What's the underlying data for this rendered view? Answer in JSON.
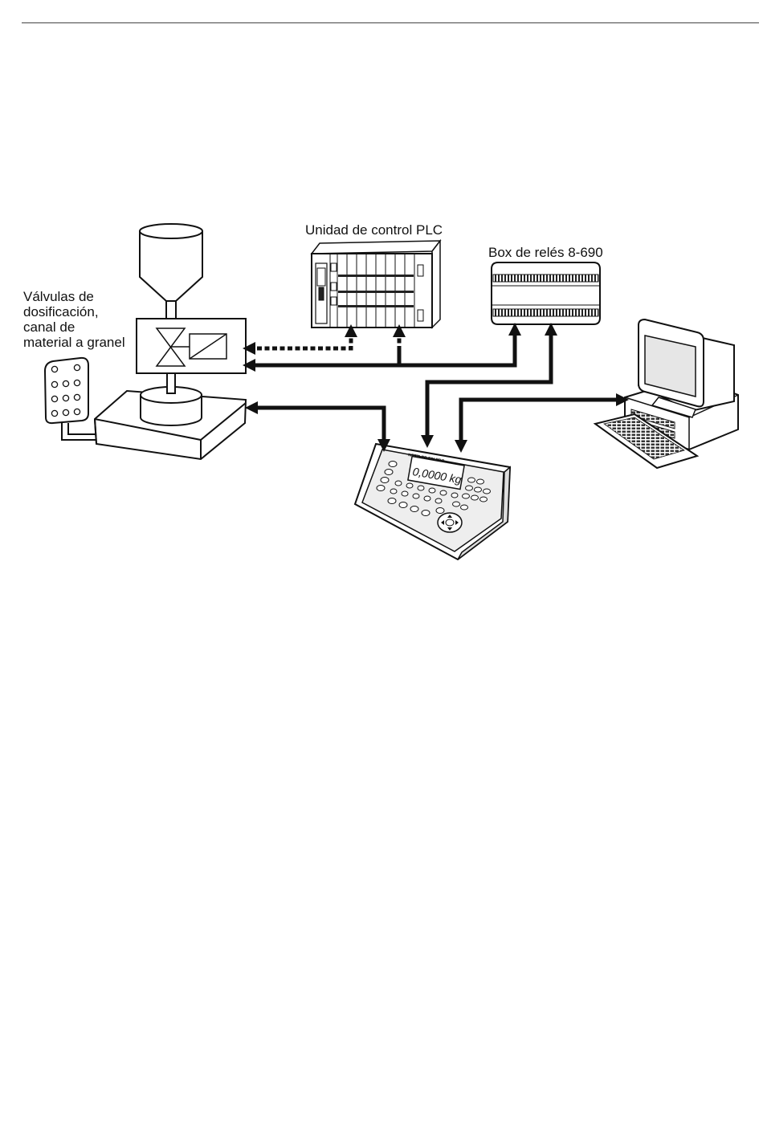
{
  "labels": {
    "plc": "Unidad de control PLC",
    "relay_box": "Box de relés 8-690",
    "valves": [
      "Válvulas de",
      "dosificación,",
      "canal de",
      "material a granel"
    ]
  },
  "terminal": {
    "display_value": "0,0000 kg",
    "brand": "METTLER TOLEDO"
  },
  "connections": [
    {
      "from": "plc",
      "to": "valve-unit",
      "style": "dashed"
    },
    {
      "from": "relay-box",
      "to": "valve-unit",
      "style": "solid"
    },
    {
      "from": "terminal",
      "to": "scale",
      "style": "solid"
    },
    {
      "from": "terminal",
      "to": "relay-box",
      "style": "solid"
    },
    {
      "from": "terminal",
      "to": "pc",
      "style": "solid"
    }
  ]
}
